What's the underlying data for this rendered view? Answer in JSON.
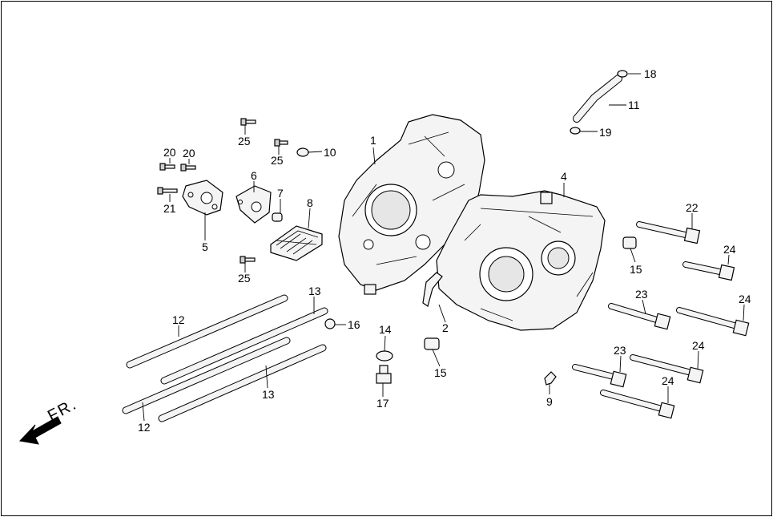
{
  "diagram": {
    "direction_label": "FR.",
    "callouts": {
      "c1": "1",
      "c2": "2",
      "c4": "4",
      "c5": "5",
      "c6": "6",
      "c7": "7",
      "c8": "8",
      "c9": "9",
      "c10": "10",
      "c11": "11",
      "c12a": "12",
      "c12b": "12",
      "c13a": "13",
      "c13b": "13",
      "c14": "14",
      "c15a": "15",
      "c15b": "15",
      "c16": "16",
      "c17": "17",
      "c18": "18",
      "c19": "19",
      "c20a": "20",
      "c20b": "20",
      "c21": "21",
      "c22": "22",
      "c23a": "23",
      "c23b": "23",
      "c24a": "24",
      "c24b": "24",
      "c24c": "24",
      "c24d": "24",
      "c25a": "25",
      "c25b": "25",
      "c25c": "25"
    }
  }
}
